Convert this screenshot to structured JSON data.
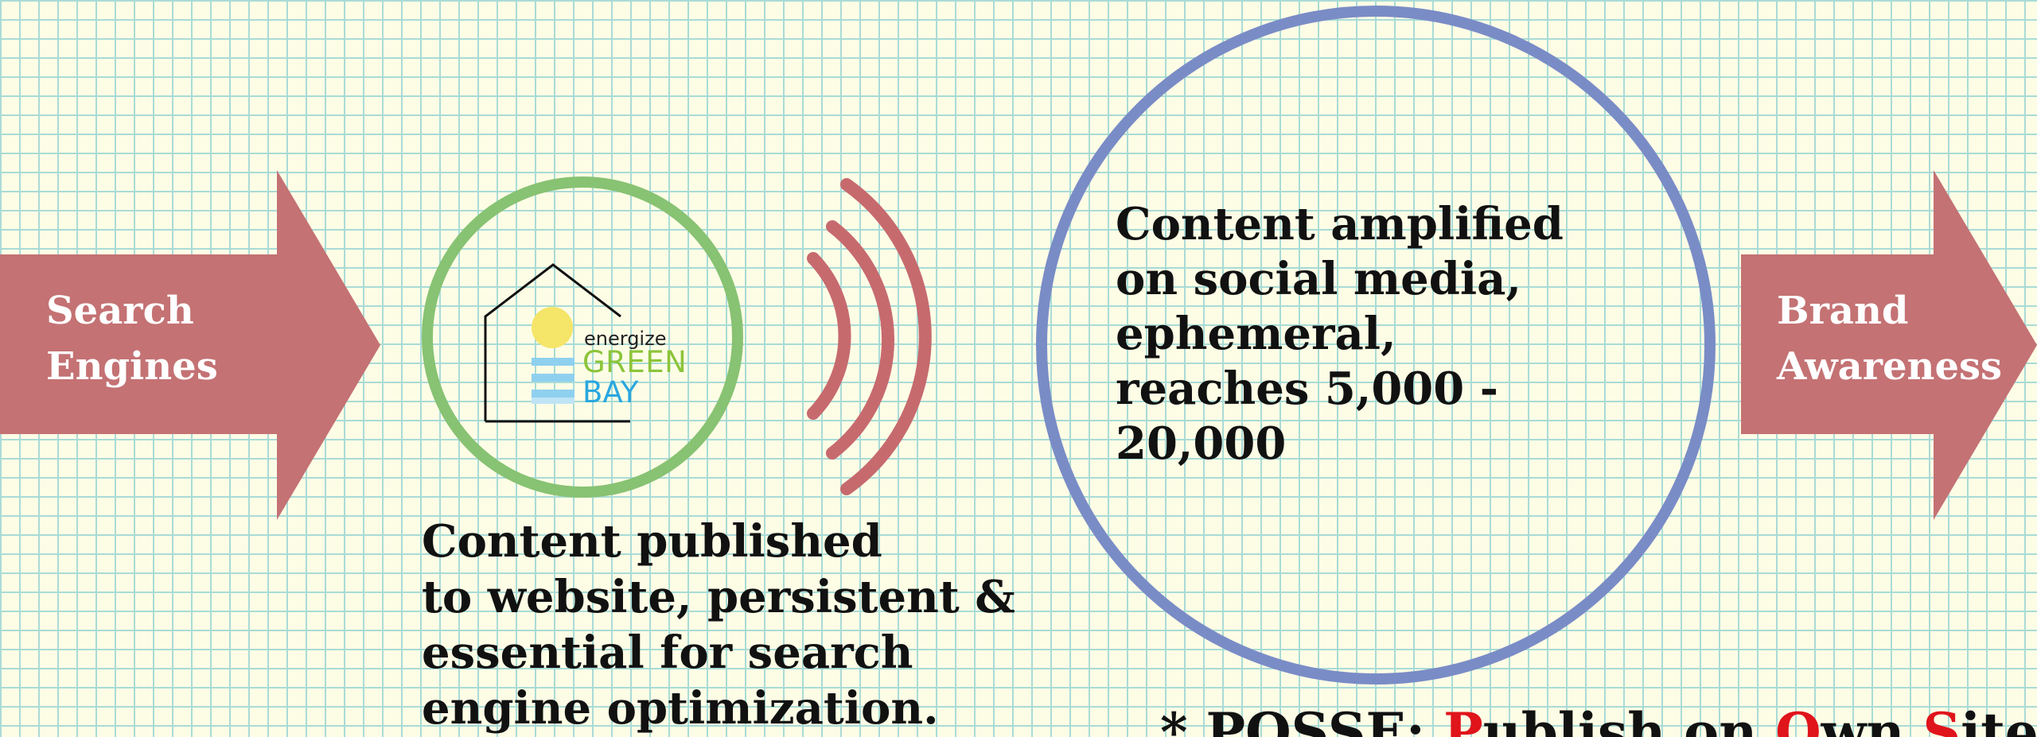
{
  "left_arrow": {
    "label": "Search\nEngines"
  },
  "right_arrow": {
    "label": "Brand\nAwareness"
  },
  "logo": {
    "small": "energize",
    "line1": "GREEN",
    "line2": "BAY"
  },
  "website_caption": "Content published\nto website, persistent &\nessential for search\nengine optimization.",
  "social_caption": "Content amplified\non social media,\nephemeral,\nreaches 5,000 -\n20,000",
  "posse": {
    "parts": [
      {
        "text": "* POSSE: ",
        "highlight": false
      },
      {
        "text": "P",
        "highlight": true
      },
      {
        "text": "ublish on ",
        "highlight": false
      },
      {
        "text": "O",
        "highlight": true
      },
      {
        "text": "wn ",
        "highlight": false
      },
      {
        "text": "S",
        "highlight": true
      },
      {
        "text": "ite",
        "highlight": false
      }
    ]
  },
  "colors": {
    "background": "#fdfde6",
    "grid": "#a9dbd6",
    "arrow": "#c47274",
    "website_ring": "#88c273",
    "social_ring": "#7a8cc6",
    "waves": "#c66a6e",
    "highlight": "#e0141b",
    "logo_green": "#8cc43a",
    "logo_blue": "#2aa7e0",
    "logo_sun": "#f5e569"
  }
}
